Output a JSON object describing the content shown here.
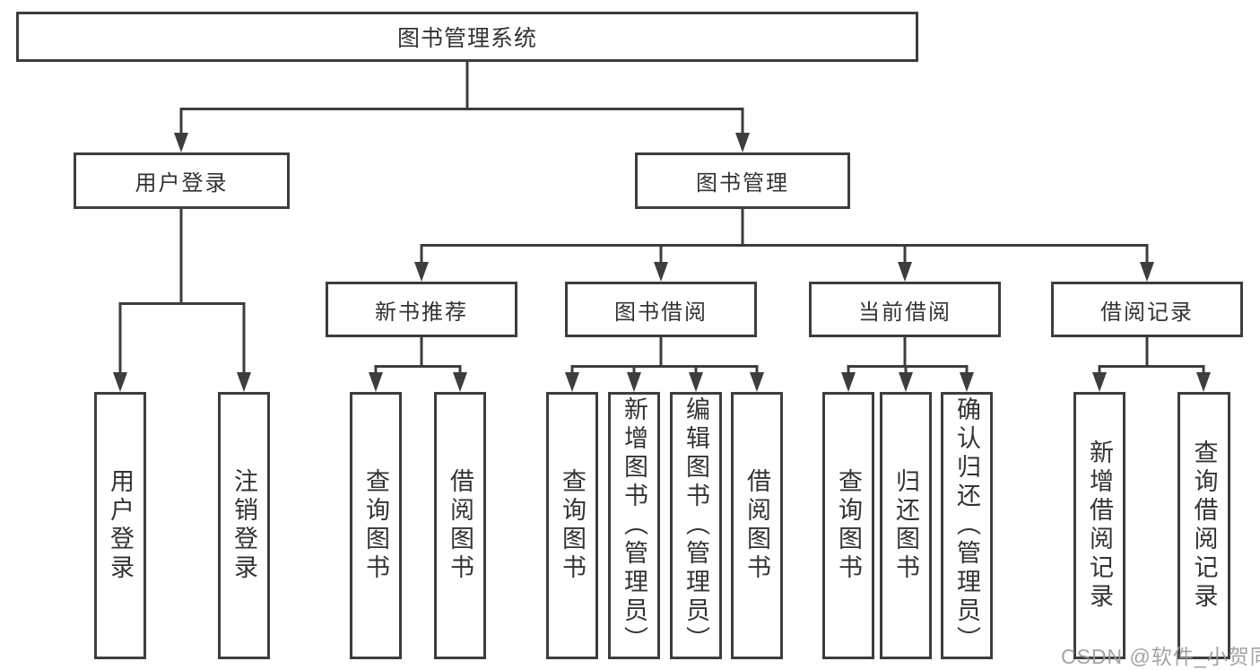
{
  "colors": {
    "line": "#3d3d3d",
    "text": "#333333",
    "background": "#ffffff",
    "watermark": "#9c9c9c"
  },
  "watermark": "CSDN @软件_小贺同学",
  "tree": {
    "label": "图书管理系统",
    "children": [
      {
        "label": "用户登录",
        "children": [
          {
            "label": "用户登录"
          },
          {
            "label": "注销登录"
          }
        ]
      },
      {
        "label": "图书管理",
        "children": [
          {
            "label": "新书推荐",
            "children": [
              {
                "label": "查询图书"
              },
              {
                "label": "借阅图书"
              }
            ]
          },
          {
            "label": "图书借阅",
            "children": [
              {
                "label": "查询图书"
              },
              {
                "label": "新增图书（管理员）"
              },
              {
                "label": "编辑图书（管理员）"
              },
              {
                "label": "借阅图书"
              }
            ]
          },
          {
            "label": "当前借阅",
            "children": [
              {
                "label": "查询图书"
              },
              {
                "label": "归还图书"
              },
              {
                "label": "确认归还（管理员）"
              }
            ]
          },
          {
            "label": "借阅记录",
            "children": [
              {
                "label": "新增借阅记录"
              },
              {
                "label": "查询借阅记录"
              }
            ]
          }
        ]
      }
    ]
  }
}
